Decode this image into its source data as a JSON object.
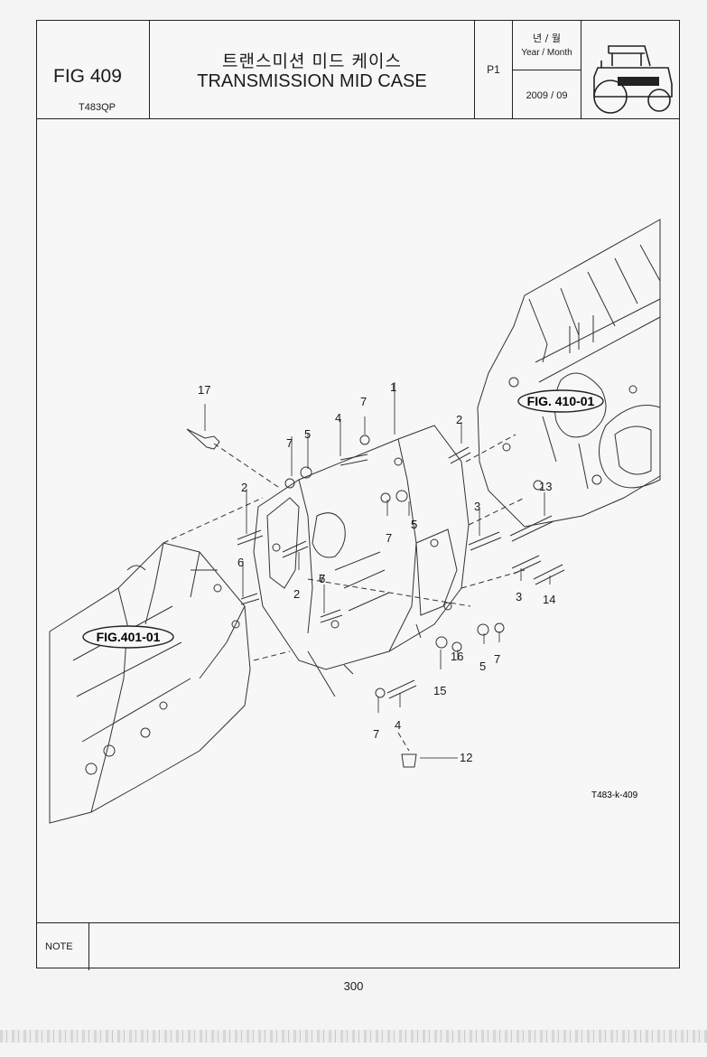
{
  "header": {
    "fig_number": "FIG 409",
    "model_code": "T483QP",
    "title_korean": "트랜스미션 미드  케이스",
    "title_english": "TRANSMISSION MID CASE",
    "page": "P1",
    "date_label_korean": "년 / 월",
    "date_label": "Year / Month",
    "date_value": "2009  / 09"
  },
  "diagram": {
    "ref_figures": [
      "FIG. 410-01",
      "FIG.401-01"
    ],
    "drawing_code": "T483-k-409",
    "part_callouts": [
      "17",
      "7",
      "5",
      "4",
      "7",
      "1",
      "2",
      "7",
      "5",
      "2",
      "6",
      "7",
      "5",
      "6",
      "2",
      "3",
      "13",
      "3",
      "14",
      "5",
      "7",
      "16",
      "15",
      "4",
      "7",
      "12"
    ]
  },
  "footer": {
    "note_label": "NOTE",
    "page_number": "300"
  }
}
